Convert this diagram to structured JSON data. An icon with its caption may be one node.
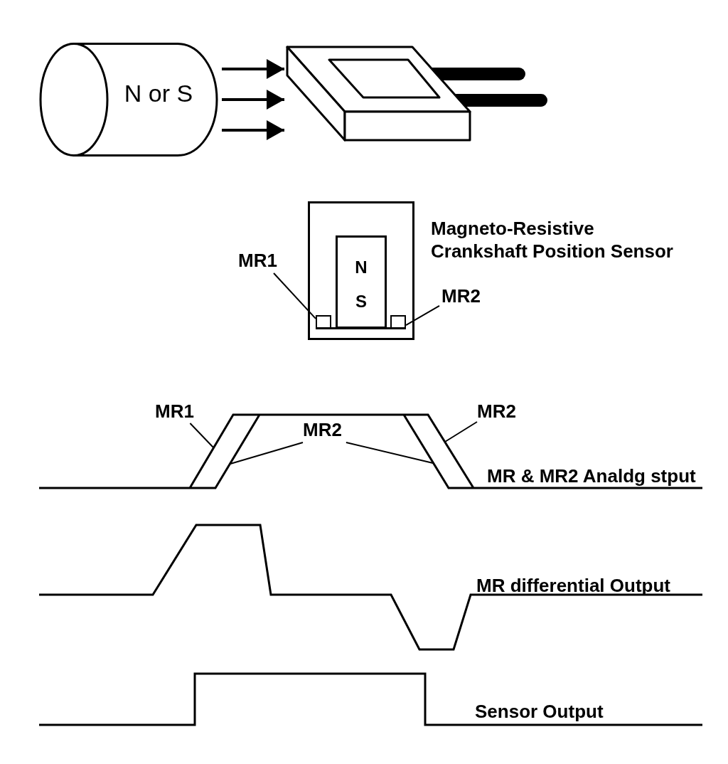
{
  "diagram": {
    "nodes": [
      {
        "text": [
          "N or S"
        ]
      },
      {
        "text": [],
        "shape": "picture"
      },
      {
        "text": [],
        "shape": "box",
        "beside": [
          "Magneto-Resistive Crankshaft Position Sensor"
        ]
      },
      {
        "text": [
          "N",
          "S"
        ],
        "in": 2
      },
      {
        "text": [],
        "shape": "box",
        "in": 2
      },
      {
        "text": [],
        "shape": "box",
        "in": 2
      },
      {
        "text": [
          "MR1"
        ]
      },
      {
        "text": [
          "MR2"
        ]
      },
      {
        "text": [
          "MR1"
        ]
      },
      {
        "text": [
          "MR2"
        ]
      },
      {
        "text": [
          "MR2"
        ]
      }
    ],
    "edges": [
      {
        "from": 0,
        "to": 1,
        "arrow": "to",
        "style": "thick"
      },
      {
        "from": 0,
        "to": 1,
        "arrow": "to",
        "style": "thick"
      },
      {
        "from": 0,
        "to": 1,
        "arrow": "to",
        "style": "thick"
      },
      {
        "from": 6,
        "to": 4,
        "arrow": "none"
      },
      {
        "from": 7,
        "to": 5,
        "arrow": "none"
      },
      {
        "from": 8,
        "to": null,
        "arrow": "none"
      },
      {
        "from": 9,
        "to": null,
        "arrow": "none"
      },
      {
        "from": 9,
        "to": null,
        "arrow": "none"
      },
      {
        "from": 10,
        "to": null,
        "arrow": "none"
      }
    ],
    "labels": [
      "MR & MR2 Analdg stput",
      "MR differential Output",
      "Sensor Output"
    ]
  }
}
